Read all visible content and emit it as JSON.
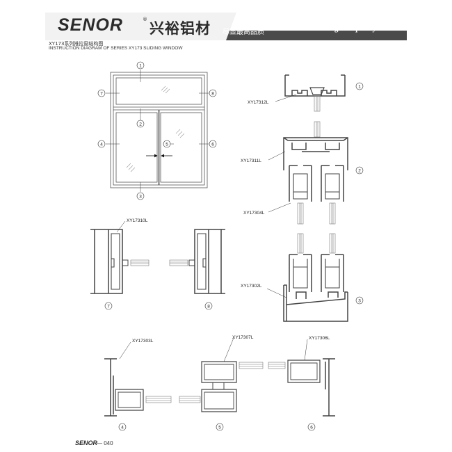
{
  "header": {
    "logo": "SENOR",
    "registered_mark": "®",
    "brand_cn": "兴裕铝材",
    "slogan_cn": "尽显最高品质",
    "slogan_en": "Demonstrate the highest quality",
    "colors": {
      "band": "#4a4a4a",
      "brand_bg": "#f7f7f7",
      "text_dark": "#2b2b2b"
    }
  },
  "title": {
    "cn": "XY173系列推拉窗结构图",
    "en": "INSTRUCTION DIAGRAM OF SERIES XY173 SLIDING WINDOW"
  },
  "window_callouts": [
    "1",
    "2",
    "3",
    "4",
    "5",
    "6",
    "7",
    "8"
  ],
  "sections": [
    {
      "number": "1",
      "profiles": [
        "XY17312L"
      ]
    },
    {
      "number": "2",
      "profiles": [
        "XY17311L",
        "XY17304L"
      ]
    },
    {
      "number": "3",
      "profiles": [
        "XY17302L"
      ]
    },
    {
      "number": "7",
      "profiles": [
        "XY17310L"
      ]
    },
    {
      "number": "8",
      "profiles": []
    },
    {
      "number": "4",
      "profiles": [
        "XY17303L"
      ]
    },
    {
      "number": "5",
      "profiles": [
        "XY17307L"
      ]
    },
    {
      "number": "6",
      "profiles": [
        "XY17306L"
      ]
    }
  ],
  "footer": {
    "logo": "SENOR",
    "page": "— 040"
  }
}
